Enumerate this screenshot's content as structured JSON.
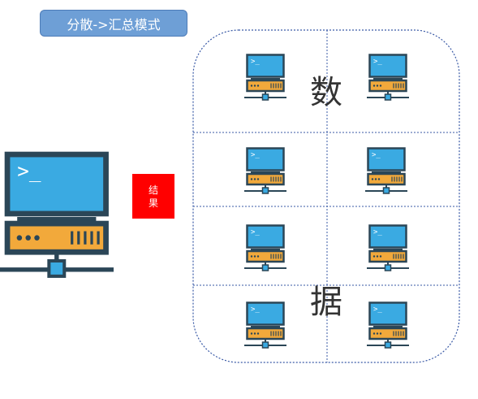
{
  "header": {
    "title": "分散->汇总模式"
  },
  "result": {
    "chars": [
      "结",
      "果"
    ]
  },
  "cluster": {
    "label_top": "数",
    "label_bottom": "据",
    "node_count": 8
  },
  "icons": {
    "client": "computer-server-icon",
    "node": "computer-server-icon"
  },
  "colors": {
    "title_fill": "#6e9fd6",
    "result_fill": "#ff0000",
    "screen": "#3aaae2",
    "chassis": "#f2a93b",
    "outline": "#2b4657",
    "cluster_border": "#3a5aa6"
  }
}
